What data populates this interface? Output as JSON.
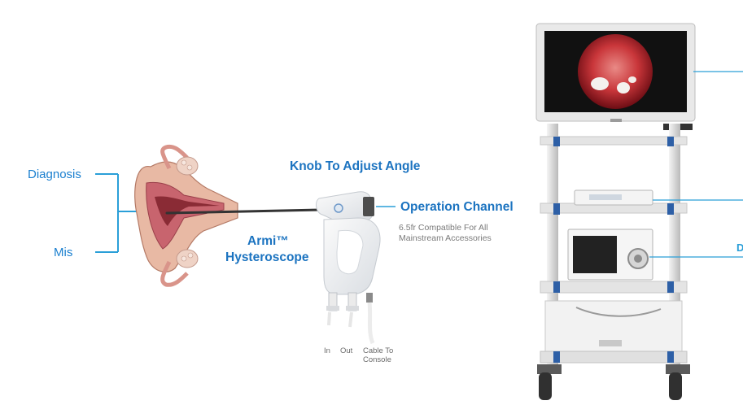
{
  "labels": {
    "diagnosis": "Diagnosis",
    "mis": "Mis",
    "knob": "Knob To Adjust Angle",
    "operation_channel": "Operation Channel",
    "compat_line1": "6.5fr Compatible For All",
    "compat_line2": "Mainstream Accessories",
    "product_line1": "Armi™",
    "product_line2": "Hysteroscope",
    "port_in": "In",
    "port_out": "Out",
    "cable_line1": "Cable To",
    "cable_line2": "Console",
    "cut_label": "D"
  },
  "colors": {
    "accent_blue": "#1a7fcf",
    "leader_line": "#2a9fd8",
    "text_grey": "#7a7a7a"
  }
}
